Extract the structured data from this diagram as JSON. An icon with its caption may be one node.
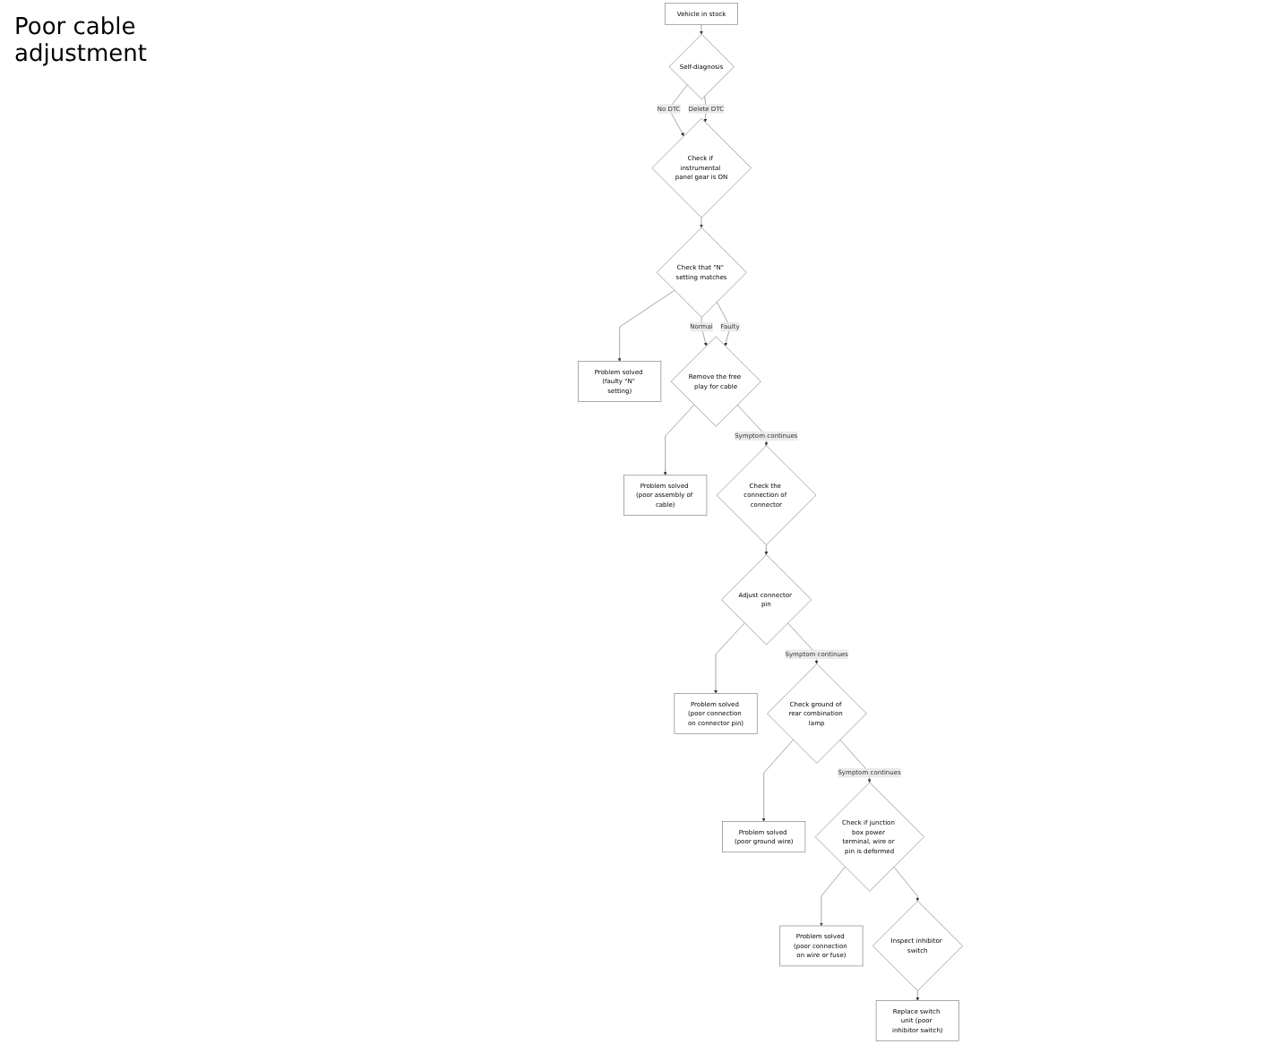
{
  "diagram": {
    "nodes": [
      {
        "text": [
          "Vehicle in stock"
        ]
      },
      {
        "text": [
          "Self-diagnosis"
        ]
      },
      {
        "text": [
          "Check if instrumental panel gear is ON"
        ]
      },
      {
        "text": [
          "Check that \"N\" setting matches"
        ]
      },
      {
        "text": [
          "Problem solved (faulty \"N\" setting)"
        ]
      },
      {
        "text": [
          "Remove the free play for cable"
        ]
      },
      {
        "text": [
          "Problem solved (poor assembly of cable)"
        ]
      },
      {
        "text": [
          "Check the connection of connector"
        ]
      },
      {
        "text": [
          "Adjust connector pin"
        ]
      },
      {
        "text": [
          "Problem solved (poor connection on connector pin)"
        ]
      },
      {
        "text": [
          "Check ground of rear combination lamp"
        ]
      },
      {
        "text": [
          "Problem solved (poor ground wire)"
        ]
      },
      {
        "text": [
          "Check if junction box power terminal, wire or pin is deformed"
        ]
      },
      {
        "text": [
          "Problem solved (poor connection on wire or fuse)"
        ]
      },
      {
        "text": [
          "Inspect inhibitor switch"
        ]
      },
      {
        "text": [
          "Replace switch unit (poor inhibitor switch)"
        ]
      }
    ],
    "edges": [
      {
        "from": 0,
        "to": 1,
        "arrow": "to"
      },
      {
        "from": 1,
        "to": 2,
        "arrow": "to",
        "label": "No DTC"
      },
      {
        "from": 1,
        "to": 2,
        "arrow": "to",
        "label": "Delete DTC"
      },
      {
        "from": 2,
        "to": 3,
        "arrow": "to"
      },
      {
        "from": 3,
        "to": 4,
        "arrow": "to"
      },
      {
        "from": 3,
        "to": 5,
        "arrow": "to",
        "label": "Normal"
      },
      {
        "from": 3,
        "to": 5,
        "arrow": "to",
        "label": "Faulty"
      },
      {
        "from": 5,
        "to": 6,
        "arrow": "to"
      },
      {
        "from": 5,
        "to": 7,
        "arrow": "to",
        "label": "Symptom continues"
      },
      {
        "from": 7,
        "to": 8,
        "arrow": "to"
      },
      {
        "from": 8,
        "to": 9,
        "arrow": "to"
      },
      {
        "from": 8,
        "to": 10,
        "arrow": "to",
        "label": "Symptom continues"
      },
      {
        "from": 10,
        "to": 11,
        "arrow": "to"
      },
      {
        "from": 10,
        "to": 12,
        "arrow": "to",
        "label": "Symptom continues"
      },
      {
        "from": 12,
        "to": 13,
        "arrow": "to"
      },
      {
        "from": 12,
        "to": 14,
        "arrow": "to"
      },
      {
        "from": 14,
        "to": 15,
        "arrow": "to"
      }
    ],
    "labels": [
      "Poor cable adjustment"
    ]
  }
}
